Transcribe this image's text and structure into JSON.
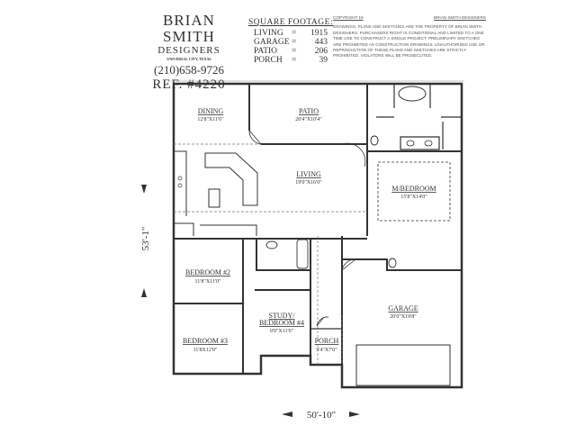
{
  "brand": {
    "name": "BRIAN SMITH",
    "sub": "DESIGNERS",
    "city": "UNIVERSAL CITY, TEXAS",
    "phone": "(210)658-9726",
    "ref": "REF. #4220"
  },
  "square_footage": {
    "title": "SQUARE FOOTAGE:",
    "rows": [
      {
        "label": "LIVING",
        "eq": "=",
        "value": "1915"
      },
      {
        "label": "GARAGE",
        "eq": "=",
        "value": "443"
      },
      {
        "label": "PATIO",
        "eq": "=",
        "value": "206"
      },
      {
        "label": "PORCH",
        "eq": "=",
        "value": "39"
      }
    ]
  },
  "copyright": {
    "left": "COPYRIGHT 19",
    "right": "BRIAN SMITH DESIGNERS",
    "text": "DRAWINGS, PLANS AND SKETCHES ARE THE PROPERTY OF BRIAN SMITH DESIGNERS. PURCHASERS RIGHT IS CONDITIONAL AND LIMITED TO A ONE TIME USE TO CONSTRUCT A SINGLE PROJECT. PRELIMINARY SKETCHES ARE PROHIBITED AS CONSTRUCTION DRAWINGS. UNAUTHORIZED USE OR REPRODUCTION OF THESE PLANS AND SKETCHES ARE STRICTLY PROHIBITED. VIOLATORS WILL BE PROSECUTED."
  },
  "rooms": {
    "dining": {
      "name": "DINING",
      "size": "12'8\"X11'6\""
    },
    "patio": {
      "name": "PATIO",
      "size": "20'4\"X10'4\""
    },
    "living": {
      "name": "LIVING",
      "size": "19'0\"X16'0\""
    },
    "master": {
      "name": "M/BEDROOM",
      "size": "15'8\"X14'0\""
    },
    "bedroom2": {
      "name": "BEDROOM #2",
      "size": "11'8\"X11'0\""
    },
    "bedroom3": {
      "name": "BEDROOM #3",
      "size": "11'8X12'0\""
    },
    "study": {
      "name1": "STUDY/",
      "name2": "BEDROOM #4",
      "size": "9'0\"X11'0\""
    },
    "porch": {
      "name": "PORCH",
      "size": "5'4\"X7'0\""
    },
    "garage": {
      "name": "GARAGE",
      "size": "20'0\"X19'8\""
    }
  },
  "dimensions": {
    "depth": "53'-1\"",
    "width": "50'-10\""
  }
}
